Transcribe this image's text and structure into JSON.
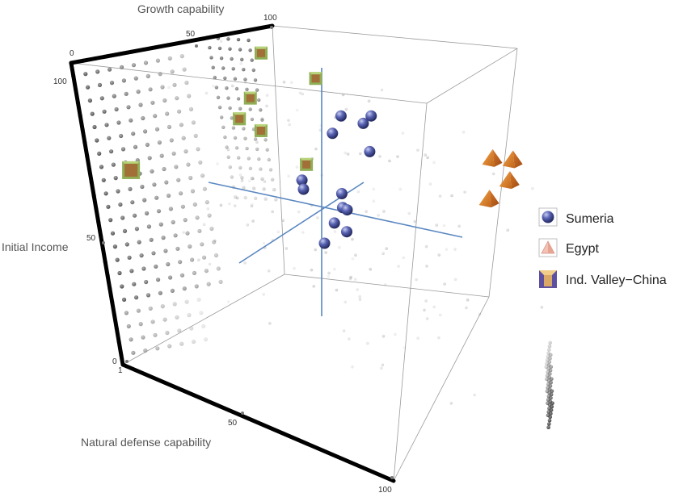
{
  "chart_data": {
    "type": "scatter3d",
    "axes": {
      "growth": {
        "label": "Growth capability",
        "ticks": [
          "0",
          "50",
          "100"
        ],
        "range": [
          0,
          100
        ]
      },
      "income": {
        "label": "Initial Income",
        "ticks": [
          "100",
          "50",
          "0"
        ],
        "range": [
          0,
          100
        ]
      },
      "defense": {
        "label": "Natural defense capability",
        "ticks": [
          "1",
          "50",
          "100"
        ],
        "range": [
          1,
          100
        ]
      }
    },
    "legend_placement": "right",
    "series": [
      {
        "name": "Sumeria",
        "marker": "sphere",
        "color": "#4a55a8",
        "points": [
          {
            "defense": 42,
            "income": 84,
            "growth": 70
          },
          {
            "defense": 40,
            "income": 88,
            "growth": 78
          },
          {
            "defense": 45,
            "income": 87,
            "growth": 82
          },
          {
            "defense": 47,
            "income": 90,
            "growth": 84
          },
          {
            "defense": 44,
            "income": 77,
            "growth": 84
          },
          {
            "defense": 35,
            "income": 67,
            "growth": 60
          },
          {
            "defense": 35,
            "income": 64,
            "growth": 60
          },
          {
            "defense": 40,
            "income": 63,
            "growth": 72
          },
          {
            "defense": 41,
            "income": 59,
            "growth": 70
          },
          {
            "defense": 41,
            "income": 58,
            "growth": 72
          },
          {
            "defense": 40,
            "income": 54,
            "growth": 66
          },
          {
            "defense": 41,
            "income": 51,
            "growth": 70
          },
          {
            "defense": 38,
            "income": 47,
            "growth": 62
          }
        ]
      },
      {
        "name": "Egypt",
        "marker": "pyramid",
        "color": "#e08a2c",
        "points": [
          {
            "defense": 92,
            "income": 93,
            "growth": 84
          },
          {
            "defense": 95,
            "income": 93,
            "growth": 90
          },
          {
            "defense": 94,
            "income": 86,
            "growth": 88
          },
          {
            "defense": 88,
            "income": 78,
            "growth": 84
          }
        ]
      },
      {
        "name": "Ind. Valley−China",
        "marker": "cube",
        "color": "#7a9a52",
        "points": [
          {
            "defense": 16,
            "income": 100,
            "growth": 74
          },
          {
            "defense": 26,
            "income": 94,
            "growth": 86
          },
          {
            "defense": 12,
            "income": 84,
            "growth": 70
          },
          {
            "defense": 12,
            "income": 78,
            "growth": 63
          },
          {
            "defense": 14,
            "income": 74,
            "growth": 70
          },
          {
            "defense": 28,
            "income": 68,
            "growth": 72
          },
          {
            "defense": 1,
            "income": 62,
            "growth": 20
          }
        ]
      }
    ]
  }
}
